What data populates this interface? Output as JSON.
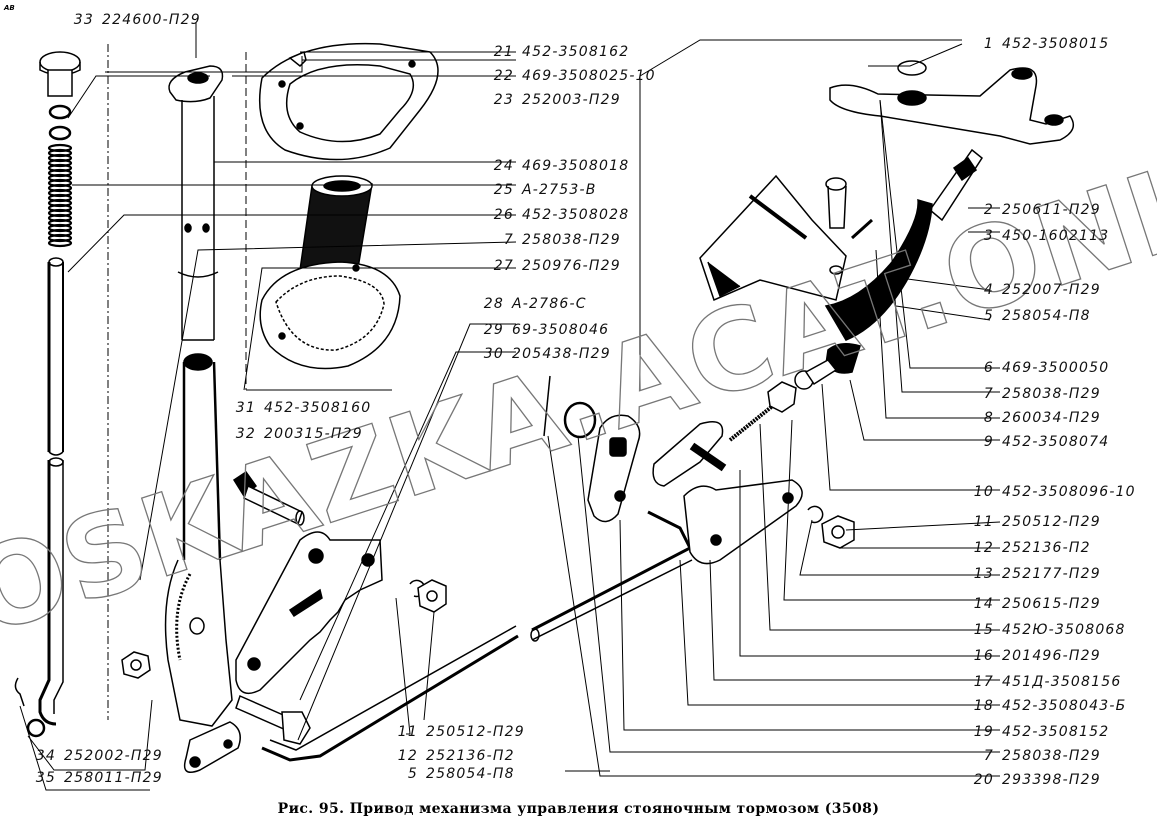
{
  "figure": {
    "corner_mark": "AB",
    "caption": "Рис. 95. Привод механизма управления стояночным тормозом (3508)",
    "watermark": "AVTOSKAZKA.ACAT.ONLINE"
  },
  "callouts_left": [
    {
      "num": "33",
      "part": "224600-П29"
    },
    {
      "num": "34",
      "part": "252002-П29"
    },
    {
      "num": "35",
      "part": "258011-П29"
    }
  ],
  "callouts_center": [
    {
      "num": "21",
      "part": "452-3508162"
    },
    {
      "num": "22",
      "part": "469-3508025-10"
    },
    {
      "num": "23",
      "part": "252003-П29"
    },
    {
      "num": "24",
      "part": "469-3508018"
    },
    {
      "num": "25",
      "part": "А-2753-В"
    },
    {
      "num": "26",
      "part": "452-3508028"
    },
    {
      "num": "7",
      "part": "258038-П29"
    },
    {
      "num": "27",
      "part": "250976-П29"
    },
    {
      "num": "28",
      "part": "А-2786-С"
    },
    {
      "num": "29",
      "part": "69-3508046"
    },
    {
      "num": "30",
      "part": "205438-П29"
    },
    {
      "num": "31",
      "part": "452-3508160"
    },
    {
      "num": "32",
      "part": "200315-П29"
    }
  ],
  "callouts_bottom": [
    {
      "num": "11",
      "part": "250512-П29"
    },
    {
      "num": "12",
      "part": "252136-П2"
    },
    {
      "num": "5",
      "part": "258054-П8"
    }
  ],
  "callouts_right": [
    {
      "num": "1",
      "part": "452-3508015"
    },
    {
      "num": "2",
      "part": "250611-П29"
    },
    {
      "num": "3",
      "part": "450-1602113"
    },
    {
      "num": "4",
      "part": "252007-П29"
    },
    {
      "num": "5",
      "part": "258054-П8"
    },
    {
      "num": "6",
      "part": "469-3500050"
    },
    {
      "num": "7",
      "part": "258038-П29"
    },
    {
      "num": "8",
      "part": "260034-П29"
    },
    {
      "num": "9",
      "part": "452-3508074"
    },
    {
      "num": "10",
      "part": "452-3508096-10"
    },
    {
      "num": "11",
      "part": "250512-П29"
    },
    {
      "num": "12",
      "part": "252136-П2"
    },
    {
      "num": "13",
      "part": "252177-П29"
    },
    {
      "num": "14",
      "part": "250615-П29"
    },
    {
      "num": "15",
      "part": "452Ю-3508068"
    },
    {
      "num": "16",
      "part": "201496-П29"
    },
    {
      "num": "17",
      "part": "451Д-3508156"
    },
    {
      "num": "18",
      "part": "452-3508043-Б"
    },
    {
      "num": "19",
      "part": "452-3508152"
    },
    {
      "num": "7",
      "part": "258038-П29"
    },
    {
      "num": "20",
      "part": "293398-П29"
    }
  ]
}
